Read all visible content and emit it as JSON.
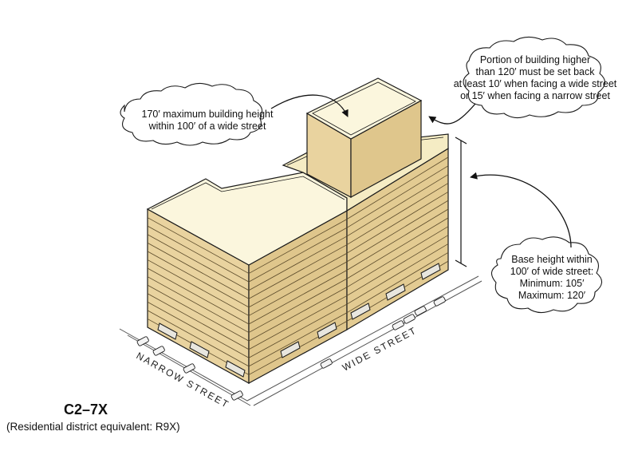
{
  "callouts": {
    "max_height": [
      "170′ maximum building height",
      "within 100′ of a wide street"
    ],
    "setback": [
      "Portion of building higher",
      "than 120′ must be set back",
      "at least 10′ when facing a wide street",
      "or 15′ when facing a narrow street"
    ],
    "base_height": [
      "Base height within",
      "100′ of wide street:",
      "Minimum: 105′",
      "Maximum: 120′"
    ]
  },
  "streets": {
    "narrow": "NARROW  STREET",
    "wide": "WIDE  STREET"
  },
  "zone": {
    "title": "C2–7X",
    "subtitle": "(Residential district equivalent: R9X)"
  },
  "colors": {
    "facade": "#e9d39f",
    "facade_dark": "#dcc38a",
    "roof": "#fbf6dd",
    "outline": "#1a1a1a",
    "awning": "#e8e6df"
  }
}
